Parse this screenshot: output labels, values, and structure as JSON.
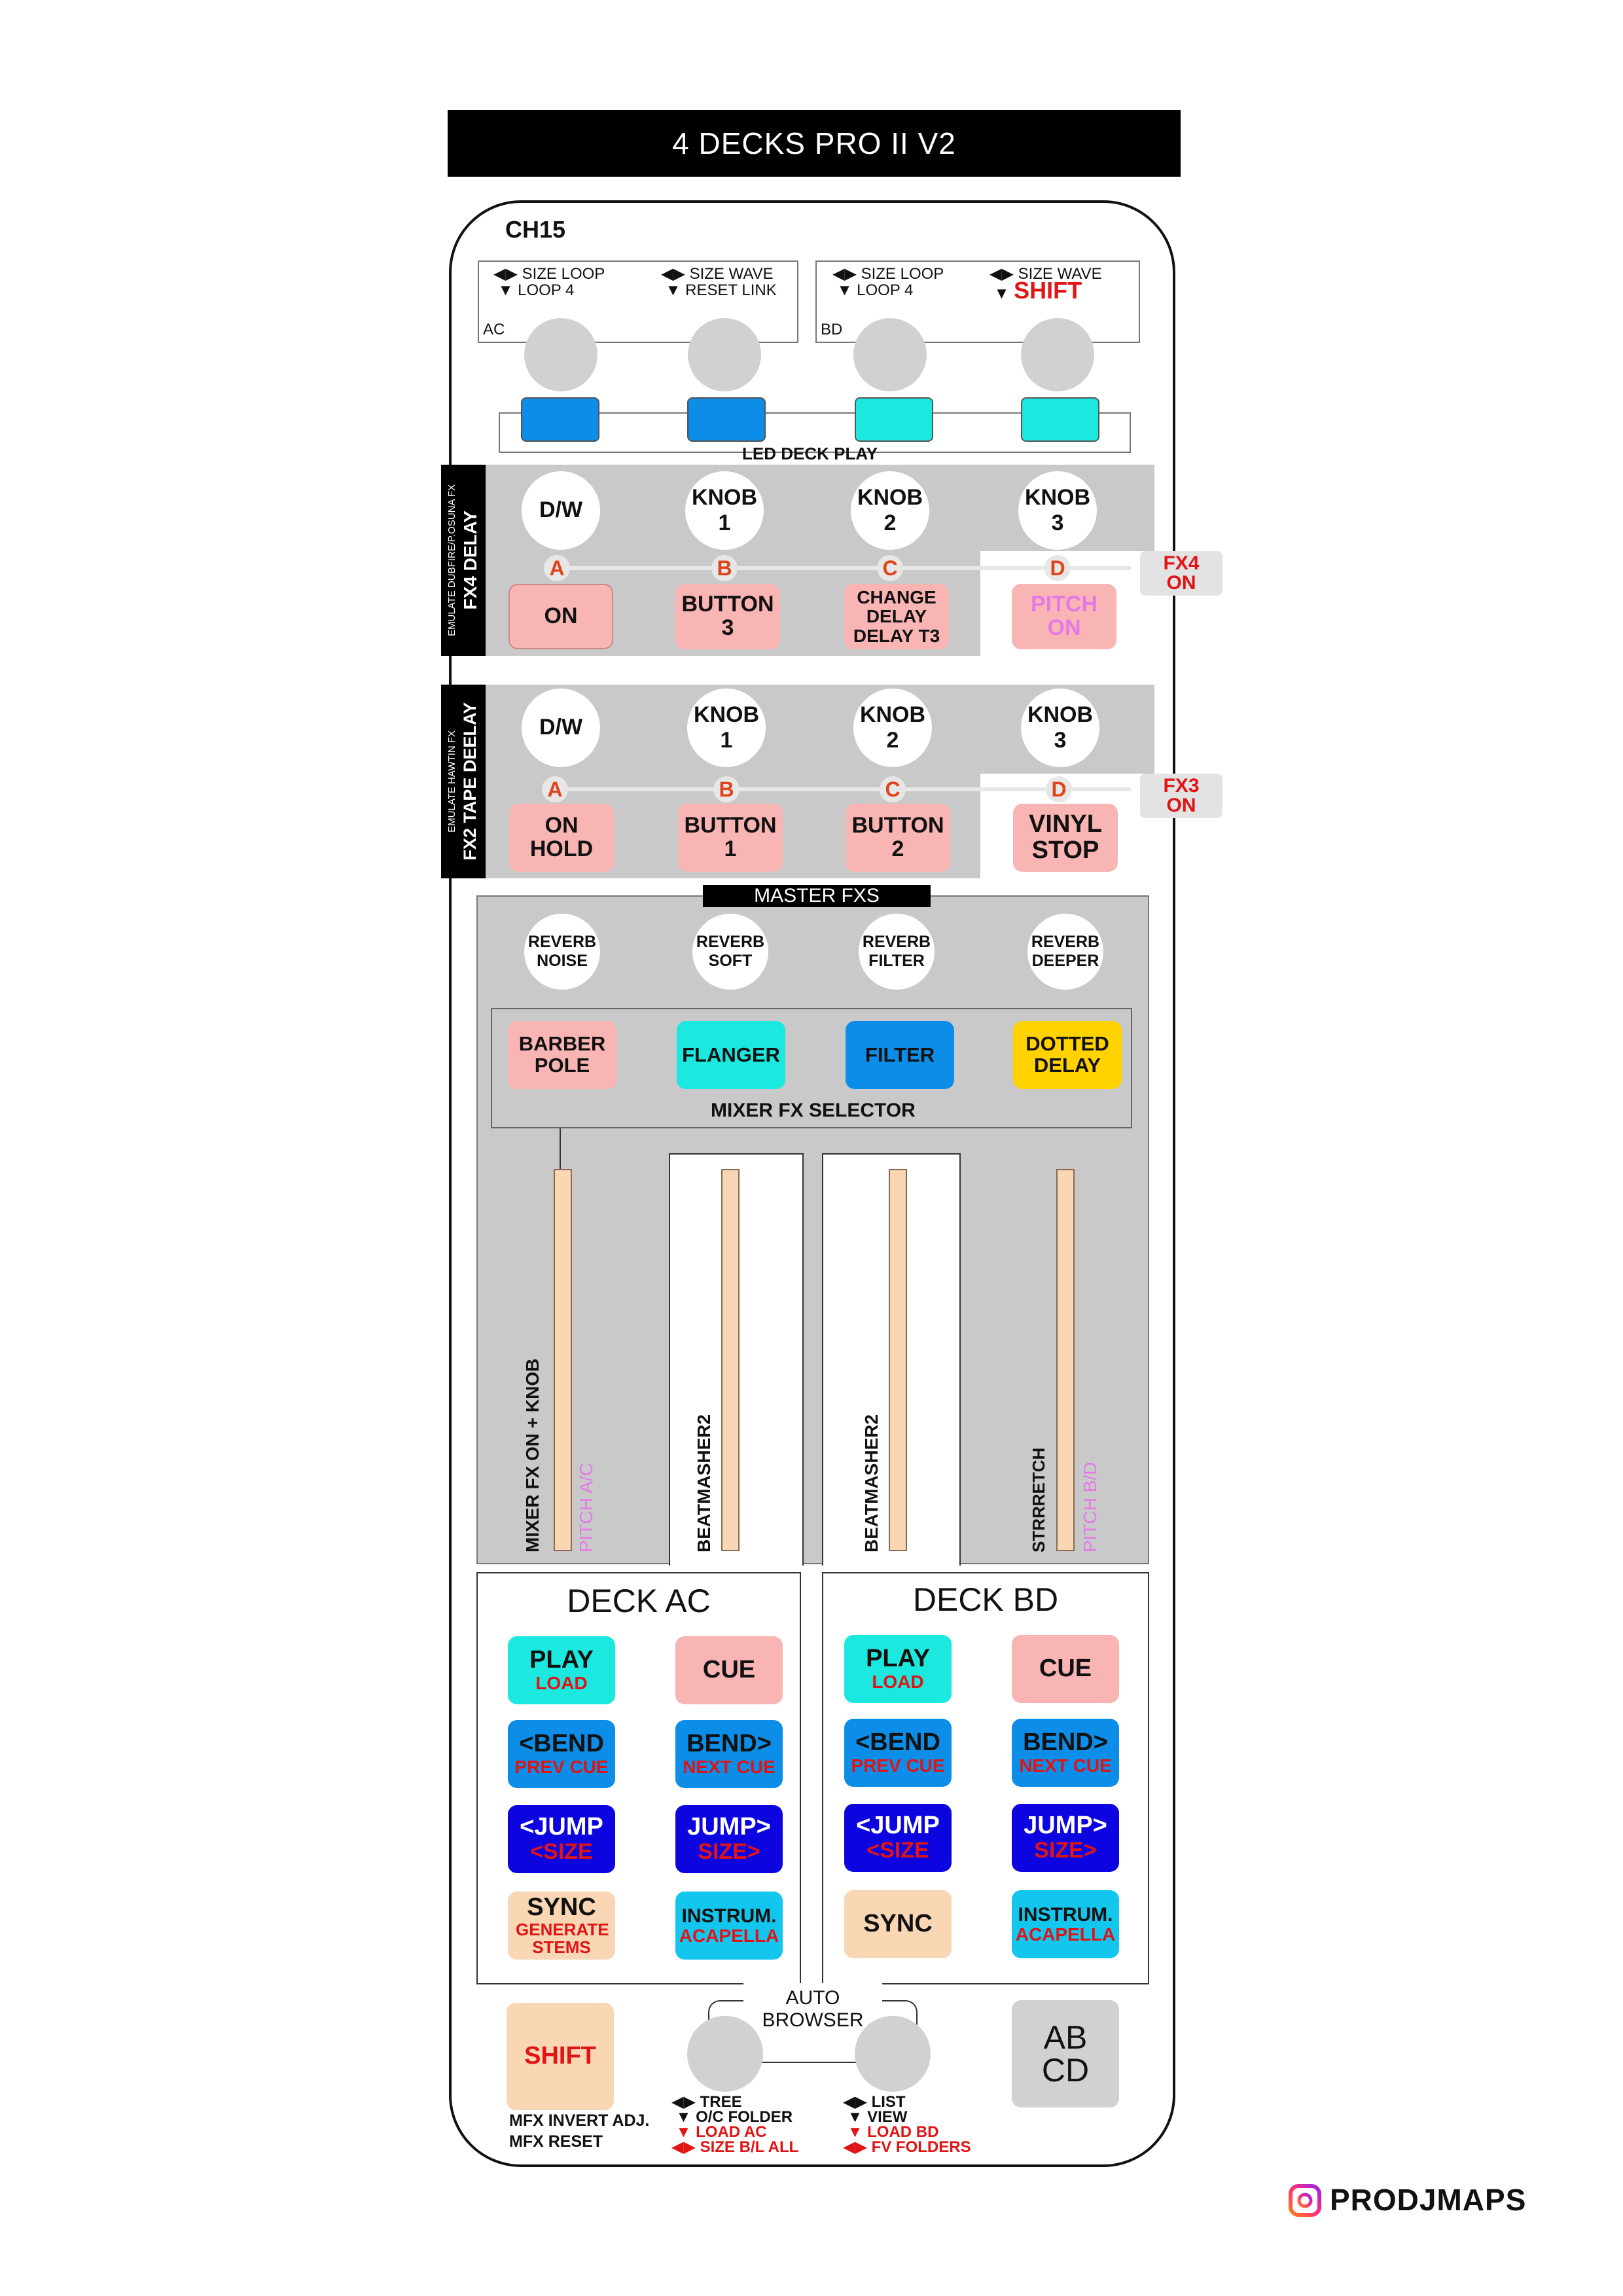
{
  "title": "4 DECKS PRO II V2",
  "channel": "CH15",
  "top_encoders": {
    "ac_label": "AC",
    "bd_label": "BD",
    "encoders": [
      {
        "line1": "SIZE LOOP",
        "line2": "LOOP 4"
      },
      {
        "line1": "SIZE WAVE",
        "line2": "RESET LINK"
      },
      {
        "line1": "SIZE LOOP",
        "line2": "LOOP 4"
      },
      {
        "line1": "SIZE WAVE",
        "line2": "SHIFT"
      }
    ],
    "led_label": "LED DECK PLAY"
  },
  "fx4": {
    "side_title": "FX4 DELAY",
    "side_sub": "EMULATE DUBFIRE/P.OSUNA FX",
    "knobs": [
      {
        "l1": "D/W",
        "l2": ""
      },
      {
        "l1": "KNOB",
        "l2": "1"
      },
      {
        "l1": "KNOB",
        "l2": "2"
      },
      {
        "l1": "KNOB",
        "l2": "3"
      }
    ],
    "letters": [
      "A",
      "B",
      "C",
      "D"
    ],
    "buttons": [
      {
        "lines": [
          "ON"
        ]
      },
      {
        "lines": [
          "BUTTON",
          "3"
        ]
      },
      {
        "lines": [
          "CHANGE",
          "DELAY",
          "DELAY T3"
        ]
      },
      {
        "lines": [
          "PITCH",
          "ON"
        ]
      }
    ],
    "tag": [
      "FX4",
      "ON"
    ]
  },
  "fx2": {
    "side_title": "FX2 TAPE DEELAY",
    "side_sub": "EMULATE HAWTIN FX",
    "knobs": [
      {
        "l1": "D/W",
        "l2": ""
      },
      {
        "l1": "KNOB",
        "l2": "1"
      },
      {
        "l1": "KNOB",
        "l2": "2"
      },
      {
        "l1": "KNOB",
        "l2": "3"
      }
    ],
    "letters": [
      "A",
      "B",
      "C",
      "D"
    ],
    "buttons": [
      {
        "lines": [
          "ON",
          "HOLD"
        ]
      },
      {
        "lines": [
          "BUTTON",
          "1"
        ]
      },
      {
        "lines": [
          "BUTTON",
          "2"
        ]
      },
      {
        "lines": [
          "VINYL",
          "STOP"
        ]
      }
    ],
    "tag": [
      "FX3",
      "ON"
    ]
  },
  "master": {
    "title": "MASTER FXS",
    "reverbs": [
      {
        "l1": "REVERB",
        "l2": "NOISE"
      },
      {
        "l1": "REVERB",
        "l2": "SOFT"
      },
      {
        "l1": "REVERB",
        "l2": "FILTER"
      },
      {
        "l1": "REVERB",
        "l2": "DEEPER"
      }
    ],
    "selector_buttons": [
      {
        "l1": "BARBER",
        "l2": "POLE",
        "color": "#f9b4b4"
      },
      {
        "l1": "FLANGER",
        "l2": "",
        "color": "#1be9e0"
      },
      {
        "l1": "FILTER",
        "l2": "",
        "color": "#0c8de8"
      },
      {
        "l1": "DOTTED",
        "l2": "DELAY",
        "color": "#ffd200"
      }
    ],
    "selector_label": "MIXER FX SELECTOR"
  },
  "faders": [
    {
      "label": "MIXER FX ON + KNOB",
      "pitch": "PITCH A/C"
    },
    {
      "label": "BEATMASHER2",
      "pitch": ""
    },
    {
      "label": "BEATMASHER2",
      "pitch": ""
    },
    {
      "label": "STRRRETCH",
      "pitch": "PITCH B/D"
    }
  ],
  "deck_ac": {
    "title": "DECK AC",
    "buttons": [
      {
        "main": "PLAY",
        "sub": "LOAD"
      },
      {
        "main": "CUE",
        "sub": ""
      },
      {
        "main": "<BEND",
        "sub": "PREV CUE"
      },
      {
        "main": "BEND>",
        "sub": "NEXT CUE"
      },
      {
        "main": "<JUMP",
        "sub": "<SIZE"
      },
      {
        "main": "JUMP>",
        "sub": "SIZE>"
      },
      {
        "main": "SYNC",
        "sub": "GENERATE STEMS"
      },
      {
        "main": "INSTRUM.",
        "sub": "ACAPELLA"
      }
    ]
  },
  "deck_bd": {
    "title": "DECK BD",
    "buttons": [
      {
        "main": "PLAY",
        "sub": "LOAD"
      },
      {
        "main": "CUE",
        "sub": ""
      },
      {
        "main": "<BEND",
        "sub": "PREV CUE"
      },
      {
        "main": "BEND>",
        "sub": "NEXT CUE"
      },
      {
        "main": "<JUMP",
        "sub": "<SIZE"
      },
      {
        "main": "JUMP>",
        "sub": "SIZE>"
      },
      {
        "main": "SYNC",
        "sub": ""
      },
      {
        "main": "INSTRUM.",
        "sub": "ACAPELLA"
      }
    ]
  },
  "bottom": {
    "shift": "SHIFT",
    "shift_notes": [
      "MFX INVERT ADJ.",
      "MFX RESET"
    ],
    "browser_label": [
      "AUTO",
      "BROWSER"
    ],
    "left_notes": [
      "TREE",
      "O/C FOLDER",
      "LOAD AC",
      "SIZE B/L ALL"
    ],
    "right_notes": [
      "LIST",
      "VIEW",
      "LOAD BD",
      "FV FOLDERS"
    ],
    "abcd": [
      "AB",
      "CD"
    ]
  },
  "brand": "PRODJMAPS"
}
